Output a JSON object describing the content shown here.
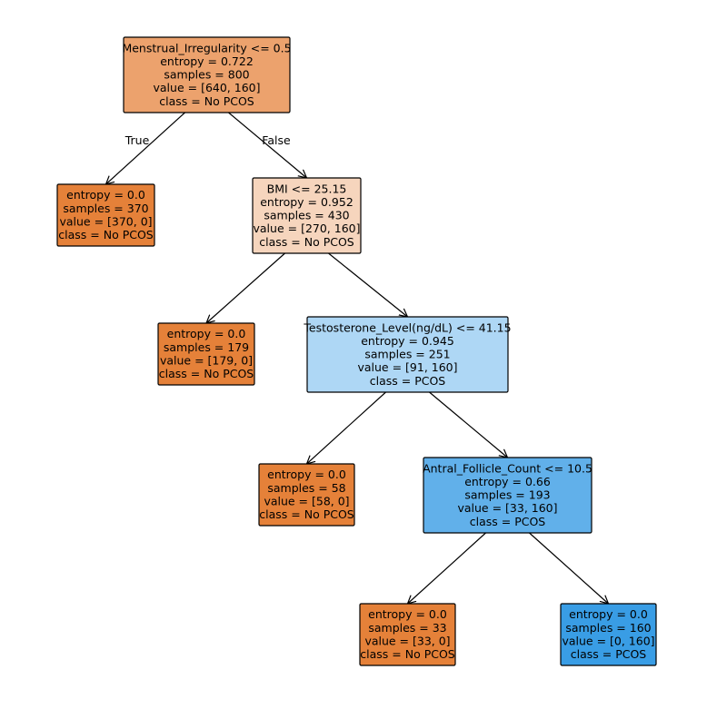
{
  "colors": {
    "no_pcos_deep": "#e58139",
    "no_pcos_light": "#eca26d",
    "no_pcos_pale": "#f6d5bd",
    "pcos_pale": "#aed7f5",
    "pcos_mid": "#61b0ea",
    "pcos_deep": "#399de5",
    "border": "#000000"
  },
  "edge_labels": {
    "true": "True",
    "false": "False"
  },
  "nodes": [
    {
      "id": "n0",
      "fill": "#eca26d",
      "lines": [
        "Menstrual_Irregularity <= 0.5",
        "entropy = 0.722",
        "samples = 800",
        "value = [640, 160]",
        "class = No PCOS"
      ]
    },
    {
      "id": "n1",
      "fill": "#e58139",
      "lines": [
        "entropy = 0.0",
        "samples = 370",
        "value = [370, 0]",
        "class = No PCOS"
      ]
    },
    {
      "id": "n2",
      "fill": "#f6d5bd",
      "lines": [
        "BMI <= 25.15",
        "entropy = 0.952",
        "samples = 430",
        "value = [270, 160]",
        "class = No PCOS"
      ]
    },
    {
      "id": "n3",
      "fill": "#e58139",
      "lines": [
        "entropy = 0.0",
        "samples = 179",
        "value = [179, 0]",
        "class = No PCOS"
      ]
    },
    {
      "id": "n4",
      "fill": "#aed7f5",
      "lines": [
        "Testosterone_Level(ng/dL) <= 41.15",
        "entropy = 0.945",
        "samples = 251",
        "value = [91, 160]",
        "class = PCOS"
      ]
    },
    {
      "id": "n5",
      "fill": "#e58139",
      "lines": [
        "entropy = 0.0",
        "samples = 58",
        "value = [58, 0]",
        "class = No PCOS"
      ]
    },
    {
      "id": "n6",
      "fill": "#61b0ea",
      "lines": [
        "Antral_Follicle_Count <= 10.5",
        "entropy = 0.66",
        "samples = 193",
        "value = [33, 160]",
        "class = PCOS"
      ]
    },
    {
      "id": "n7",
      "fill": "#e58139",
      "lines": [
        "entropy = 0.0",
        "samples = 33",
        "value = [33, 0]",
        "class = No PCOS"
      ]
    },
    {
      "id": "n8",
      "fill": "#399de5",
      "lines": [
        "entropy = 0.0",
        "samples = 160",
        "value = [0, 160]",
        "class = PCOS"
      ]
    }
  ],
  "edges": [
    {
      "from": "n0",
      "to": "n1"
    },
    {
      "from": "n0",
      "to": "n2"
    },
    {
      "from": "n2",
      "to": "n3"
    },
    {
      "from": "n2",
      "to": "n4"
    },
    {
      "from": "n4",
      "to": "n5"
    },
    {
      "from": "n4",
      "to": "n6"
    },
    {
      "from": "n6",
      "to": "n7"
    },
    {
      "from": "n6",
      "to": "n8"
    }
  ]
}
